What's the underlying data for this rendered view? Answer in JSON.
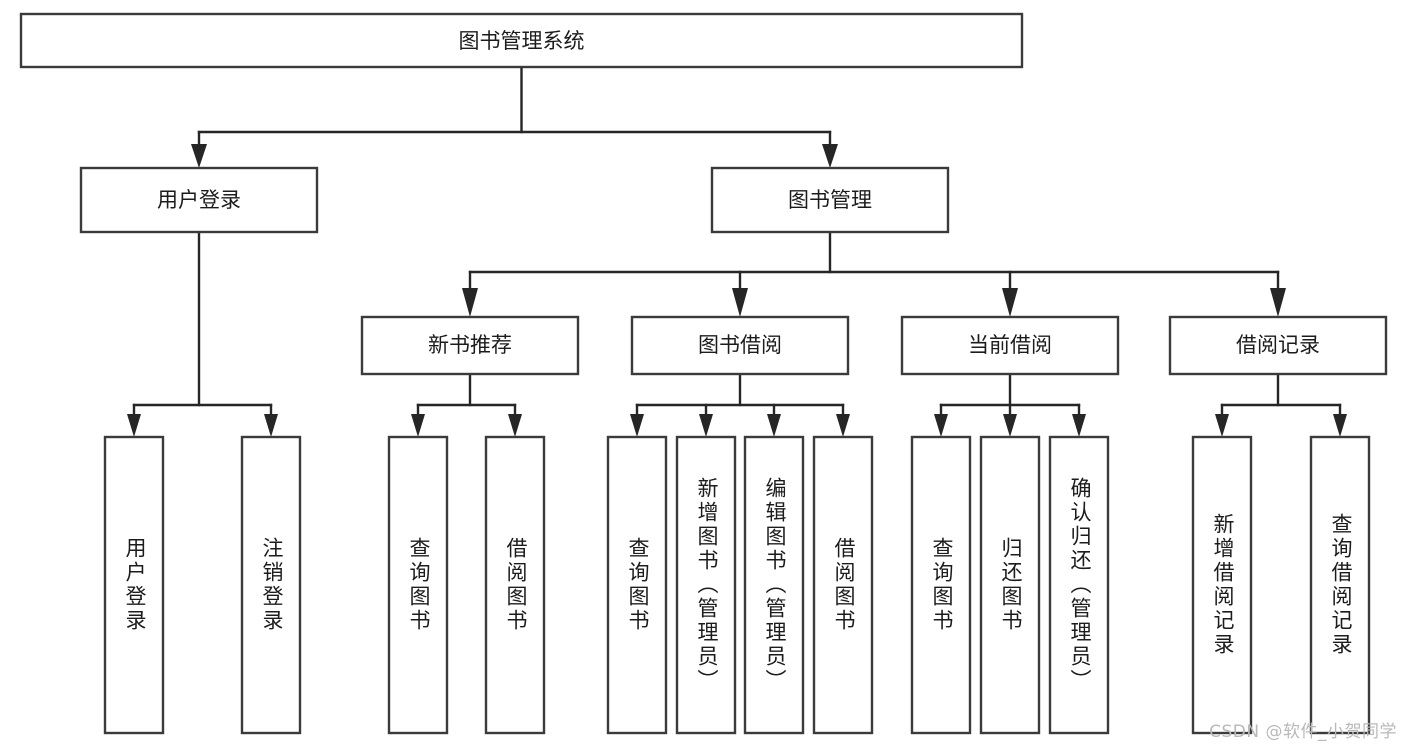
{
  "diagram": {
    "type": "tree-hierarchy",
    "title": "图书管理系统",
    "colors": {
      "box_stroke": "#3b3b3b",
      "box_fill": "#ffffff",
      "link": "#262626",
      "text": "#1c1c1c",
      "background": "#ffffff",
      "watermark": "#b9b9b9"
    },
    "root": {
      "label": "图书管理系统"
    },
    "level2": [
      {
        "label": "用户登录"
      },
      {
        "label": "图书管理"
      }
    ],
    "level3": [
      {
        "label": "新书推荐"
      },
      {
        "label": "图书借阅"
      },
      {
        "label": "当前借阅"
      },
      {
        "label": "借阅记录"
      }
    ],
    "leaves": {
      "user_login": [
        {
          "label": "用户登录"
        },
        {
          "label": "注销登录"
        }
      ],
      "new_book": [
        {
          "label": "查询图书"
        },
        {
          "label": "借阅图书"
        }
      ],
      "book_borrow": [
        {
          "label": "查询图书"
        },
        {
          "label": "新增图书（管理员）"
        },
        {
          "label": "编辑图书（管理员）"
        },
        {
          "label": "借阅图书"
        }
      ],
      "current_borrow": [
        {
          "label": "查询图书"
        },
        {
          "label": "归还图书"
        },
        {
          "label": "确认归还（管理员）"
        }
      ],
      "borrow_record": [
        {
          "label": "新增借阅记录"
        },
        {
          "label": "查询借阅记录"
        }
      ]
    }
  },
  "watermark": {
    "text": "CSDN @软件_小贺同学"
  }
}
